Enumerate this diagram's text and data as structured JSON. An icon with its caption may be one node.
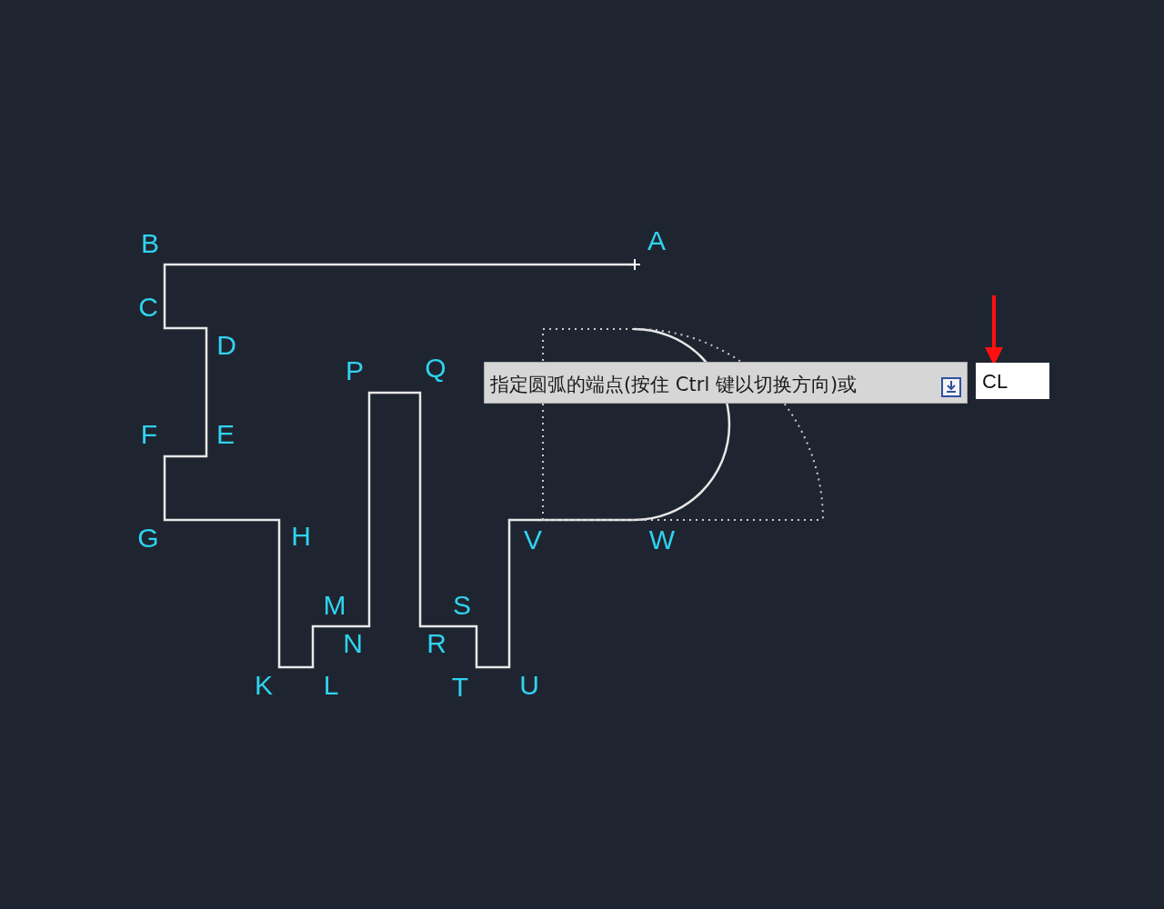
{
  "diagram": {
    "nodes": [
      {
        "text": [
          "指定圆弧的端点(按住 Ctrl 键以切换方向)或"
        ]
      },
      {
        "text": [
          "CL"
        ]
      }
    ],
    "edges": [
      {
        "from": null,
        "to": 1,
        "arrow": "to",
        "color": "#ff1010"
      }
    ],
    "labels": [
      "B",
      "A",
      "C",
      "D",
      "P",
      "Q",
      "F",
      "E",
      "G",
      "H",
      "V",
      "W",
      "M",
      "S",
      "N",
      "R",
      "K",
      "L",
      "T",
      "U"
    ]
  }
}
